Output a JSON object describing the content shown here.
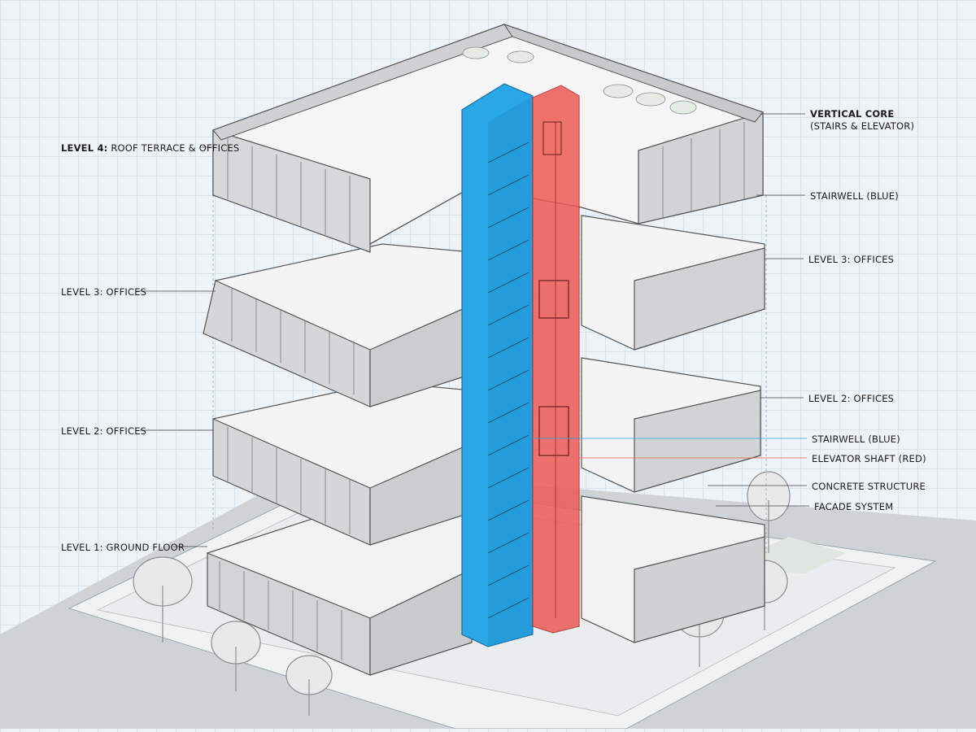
{
  "labels": {
    "level4_prefix": "LEVEL 4:",
    "level4_rest": "ROOF TERRACE & OFFICES",
    "level3_left": "LEVEL 3: OFFICES",
    "level2_left": "LEVEL 2: OFFICES",
    "level1": "LEVEL 1: GROUND FLOOR",
    "vertical_core_title": "VERTICAL CORE",
    "vertical_core_sub": "(STAIRS & ELEVATOR)",
    "stairwell_top": "STAIRWELL (BLUE)",
    "level3_right": "LEVEL 3: OFFICES",
    "level2_right": "LEVEL 2: OFFICES",
    "stairwell_bottom": "STAIRWELL (BLUE)",
    "elevator_shaft": "ELEVATOR SHAFT (RED)",
    "concrete_structure": "CONCRETE STRUCTURE",
    "facade_system": "FACADE SYSTEM"
  },
  "colors": {
    "stairwell": "#2aa7e6",
    "elevator": "#ee5a55",
    "slab": "#f4f4f4",
    "wall": "#d6d6d6",
    "line": "#555555"
  }
}
